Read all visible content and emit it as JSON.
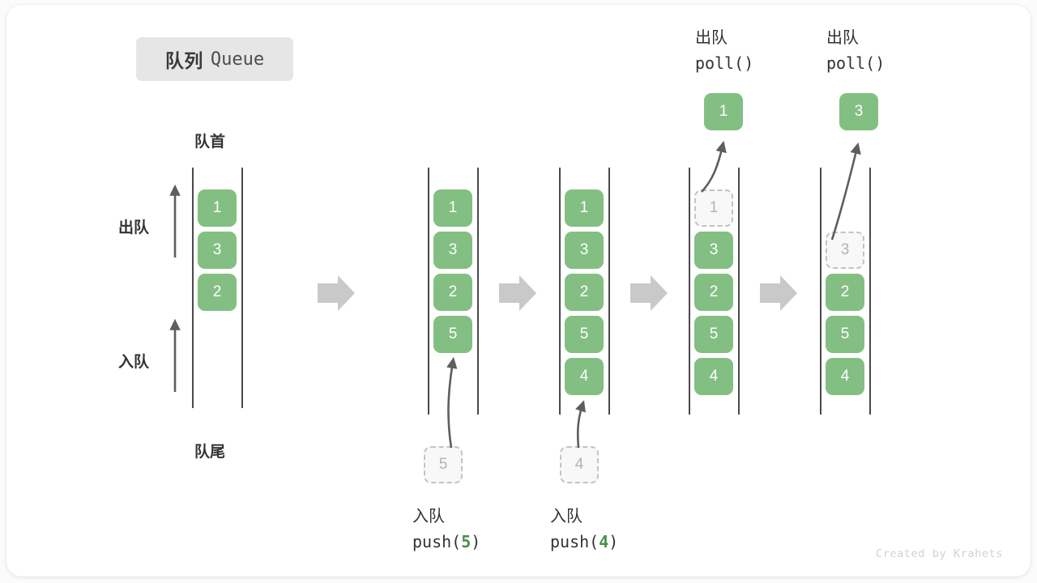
{
  "title": {
    "cn": "队列",
    "en": "Queue"
  },
  "labels": {
    "front": "队首",
    "rear": "队尾",
    "dequeue": "出队",
    "enqueue": "入队"
  },
  "watermark": "Created by Krahets",
  "colors": {
    "element_fill": "#83bf82",
    "element_text": "#ffffff",
    "ghost_fill": "#f8f8f8",
    "ghost_border": "#c3c3c3",
    "ghost_text": "#b3b3b3",
    "rail": "#4a4a4a",
    "arrow": "#5e5e5e",
    "flow_arrow": "#c9c9c9",
    "title_chip_bg": "#e6e6e6",
    "code_arg": "#45914a",
    "watermark": "#d2d2d2"
  },
  "stages": [
    {
      "id": "initial",
      "caption_cn": "",
      "caption_code": "",
      "caption_arg": "",
      "header_cn": "",
      "header_code": "",
      "cells": [
        "1",
        "3",
        "2"
      ],
      "ghost_index": -1,
      "incoming": null,
      "popped": null
    },
    {
      "id": "push-5",
      "caption_cn": "入队",
      "caption_code_prefix": "push(",
      "caption_arg": "5",
      "caption_code_suffix": ")",
      "header_cn": "",
      "header_code": "",
      "cells": [
        "1",
        "3",
        "2",
        "5"
      ],
      "incoming": "5",
      "popped": null
    },
    {
      "id": "push-4",
      "caption_cn": "入队",
      "caption_code_prefix": "push(",
      "caption_arg": "4",
      "caption_code_suffix": ")",
      "header_cn": "",
      "header_code": "",
      "cells": [
        "1",
        "3",
        "2",
        "5",
        "4"
      ],
      "incoming": "4",
      "popped": null
    },
    {
      "id": "poll-1",
      "caption_cn": "",
      "header_cn": "出队",
      "header_code": "poll()",
      "cells": [
        "1",
        "3",
        "2",
        "5",
        "4"
      ],
      "ghost_index": 0,
      "popped": "1"
    },
    {
      "id": "poll-3",
      "caption_cn": "",
      "header_cn": "出队",
      "header_code": "poll()",
      "cells": [
        "3",
        "2",
        "5",
        "4"
      ],
      "ghost_index": 0,
      "popped": "3"
    }
  ]
}
